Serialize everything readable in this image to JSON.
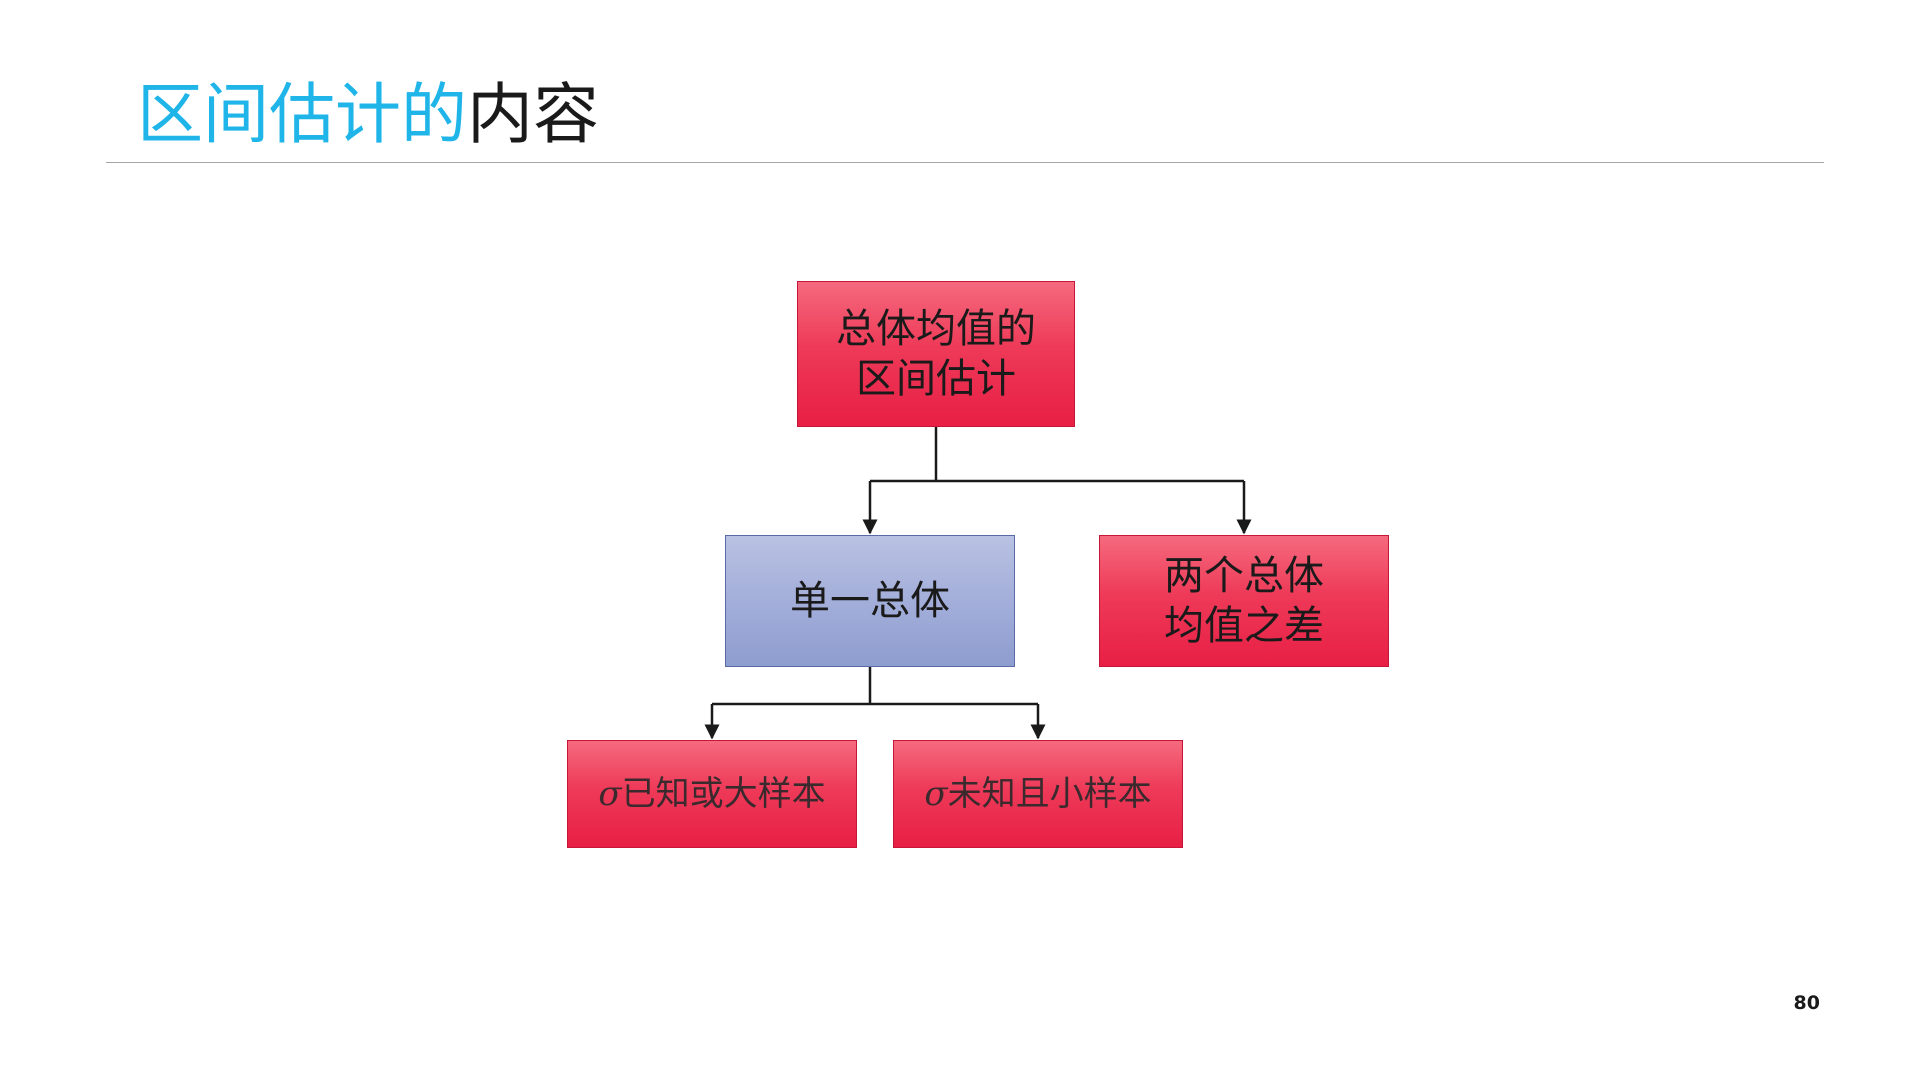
{
  "slide": {
    "title_accent": "区间估计的",
    "title_rest": "内容",
    "page_number": "80"
  },
  "diagram": {
    "root": "总体均值的\n区间估计",
    "single_population": "单一总体",
    "two_populations": "两个总体\n均值之差",
    "sigma_symbol": "σ",
    "sigma_known": "已知或大样本",
    "sigma_unknown": "未知且小样本"
  },
  "colors": {
    "title_accent": "#1FB5E8",
    "node_red": "#EE3A58",
    "node_blue": "#A3AEDA",
    "connector": "#1a1a1a"
  }
}
